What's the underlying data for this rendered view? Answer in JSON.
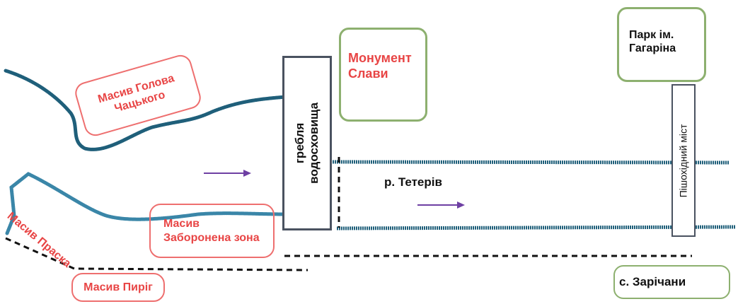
{
  "labels": {
    "masyv_holova": "Масив Голова Чацького",
    "monument": "Монумент Слави",
    "park": "Парк ім. Гагаріна",
    "dam": "гребля водосховища",
    "river": "р. Тетерів",
    "bridge": "Пішохідний міст",
    "masyv_praska": "Масив Праска",
    "masyv_zaboronena": "Масив Заборонена зона",
    "masyv_pirig": "Масив Пиріг",
    "zarichany": "с. Зарічани"
  },
  "colors": {
    "river": "#1f5f7a",
    "river_light": "#3a86a8",
    "arrow": "#6e3fa3",
    "red_text": "#e84545",
    "red_border": "#ee6f6f",
    "green_border": "#8db06f",
    "dark_border": "#4a5260"
  }
}
